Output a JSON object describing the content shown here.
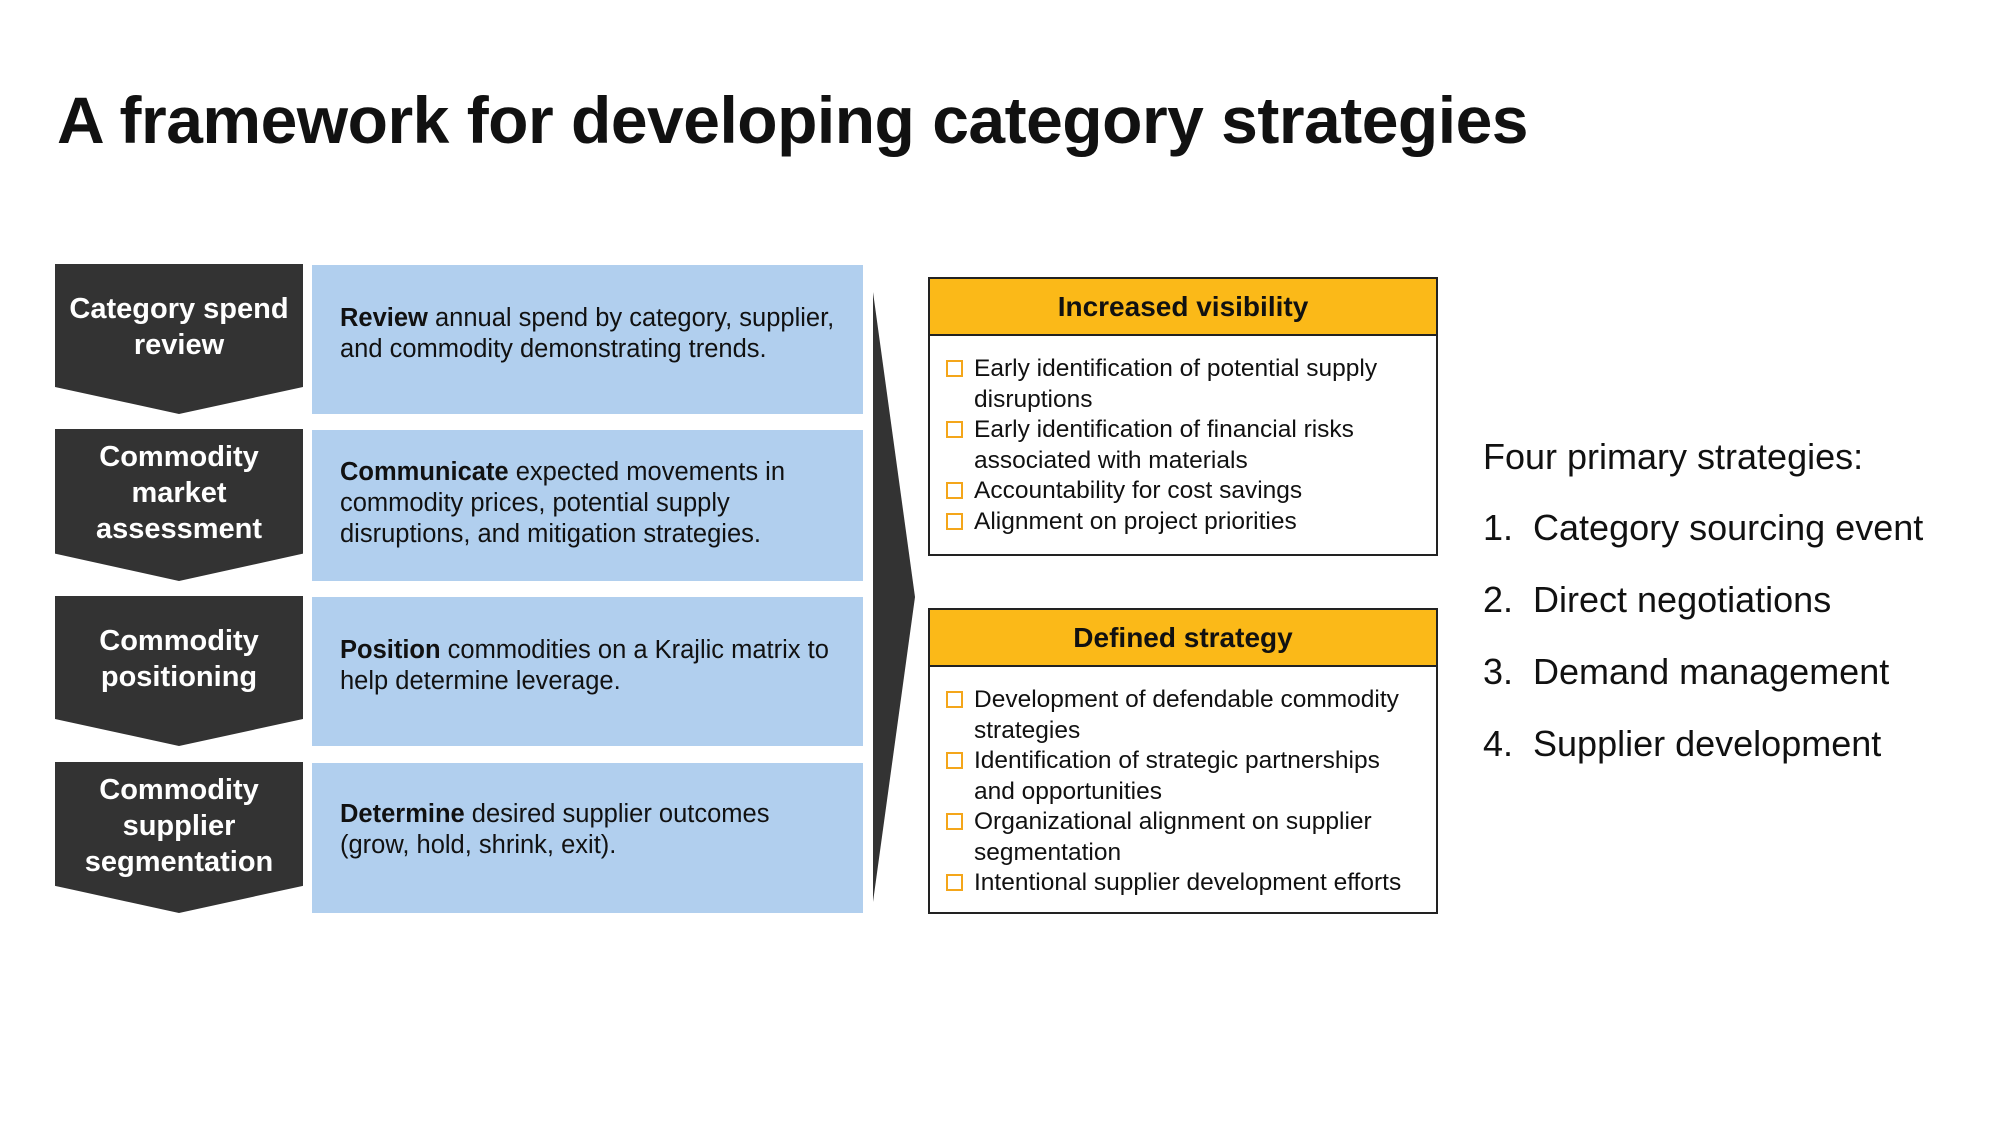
{
  "title": "A framework for developing category strategies",
  "steps": [
    {
      "label": "Category spend review",
      "bold": "Review",
      "text": " annual spend by category, supplier, and commodity demonstrating trends."
    },
    {
      "label": "Commodity market assessment",
      "bold": "Communicate",
      "text": " expected movements in commodity prices, potential supply disruptions, and mitigation strategies."
    },
    {
      "label": "Commodity positioning",
      "bold": "Position",
      "text": " commodities on a Krajlic matrix to help determine leverage."
    },
    {
      "label": "Commodity supplier segmentation",
      "bold": "Determine",
      "text": " desired supplier outcomes (grow, hold, shrink, exit)."
    }
  ],
  "outcomes": [
    {
      "title": "Increased visibility",
      "items": [
        "Early identification of potential supply disruptions",
        "Early identification of financial risks associated with materials",
        "Accountability for cost savings",
        "Alignment on project priorities"
      ]
    },
    {
      "title": "Defined strategy",
      "items": [
        "Development of defendable commodity strategies",
        "Identification of strategic partnerships and opportunities",
        "Organizational alignment on supplier segmentation",
        "Intentional supplier development efforts"
      ]
    }
  ],
  "strategies": {
    "heading": "Four primary strategies:",
    "items": [
      "1.  Category sourcing event",
      "2.  Direct negotiations",
      "3.  Demand management",
      "4.  Supplier development"
    ]
  },
  "colors": {
    "dark": "#333333",
    "blue": "#b1cfee",
    "yellow": "#fbb918"
  }
}
